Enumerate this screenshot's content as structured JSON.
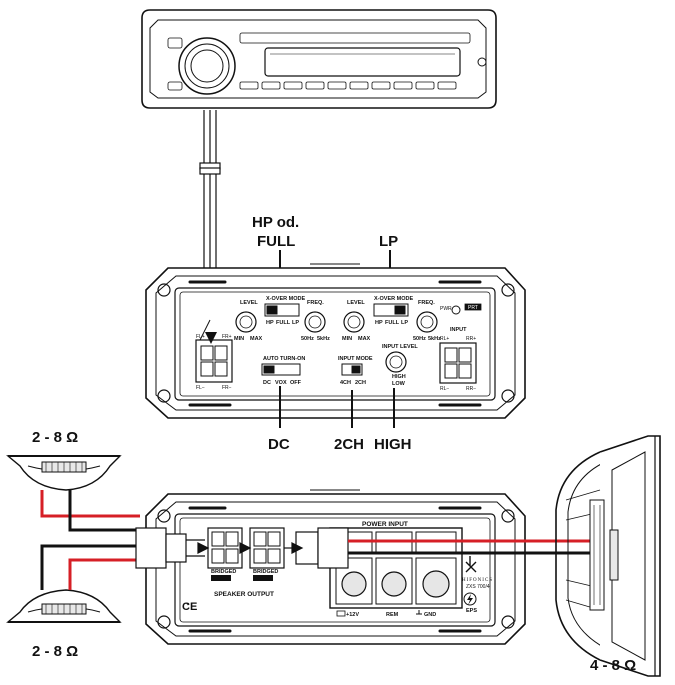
{
  "callouts": {
    "hp": "HP od.",
    "full": "FULL",
    "lp": "LP",
    "dc": "DC",
    "ch2": "2CH",
    "high": "HIGH",
    "speaker_top": "2 - 8 Ω",
    "speaker_bottom": "2 - 8 Ω",
    "subwoofer": "4 - 8 Ω"
  },
  "amp_top": {
    "fl_plus": "FL+",
    "fr_plus": "FR+",
    "fl_minus": "FL−",
    "fr_minus": "FR−",
    "rl_plus": "RL+",
    "rr_plus": "RR+",
    "rl_minus": "RL−",
    "rr_minus": "RR−",
    "level_1": "LEVEL",
    "min_1": "MIN",
    "max_1": "MAX",
    "xover_1": "X-OVER MODE",
    "hp_1": "HP",
    "full_1": "FULL",
    "lp_1": "LP",
    "freq_1": "FREQ.",
    "hz50_1": "50Hz",
    "khz5_1": "5kHz",
    "level_2": "LEVEL",
    "min_2": "MIN",
    "max_2": "MAX",
    "xover_2": "X-OVER MODE",
    "hp_2": "HP",
    "full_2": "FULL",
    "lp_2": "LP",
    "freq_2": "FREQ.",
    "hz50_2": "50Hz",
    "khz5_2": "5kHz",
    "pwr": "PWR",
    "prt": "PRT",
    "input": "INPUT",
    "auto_turn_on": "AUTO TURN-ON",
    "dc": "DC",
    "vox": "VOX",
    "off": "OFF",
    "input_mode": "INPUT MODE",
    "ch4": "4CH",
    "ch2": "2CH",
    "input_level": "INPUT LEVEL",
    "high": "HIGH",
    "low": "LOW"
  },
  "amp_bottom": {
    "speaker_output": "SPEAKER OUTPUT",
    "bridged_1": "BRIDGED",
    "bridged_2": "BRIDGED",
    "power_input": "POWER INPUT",
    "plus12v": "+12V",
    "rem": "REM",
    "gnd": "GND",
    "brand": "HIFONICS",
    "model": "ZXS 700/4",
    "eps": "EPS",
    "ce": "CE"
  }
}
